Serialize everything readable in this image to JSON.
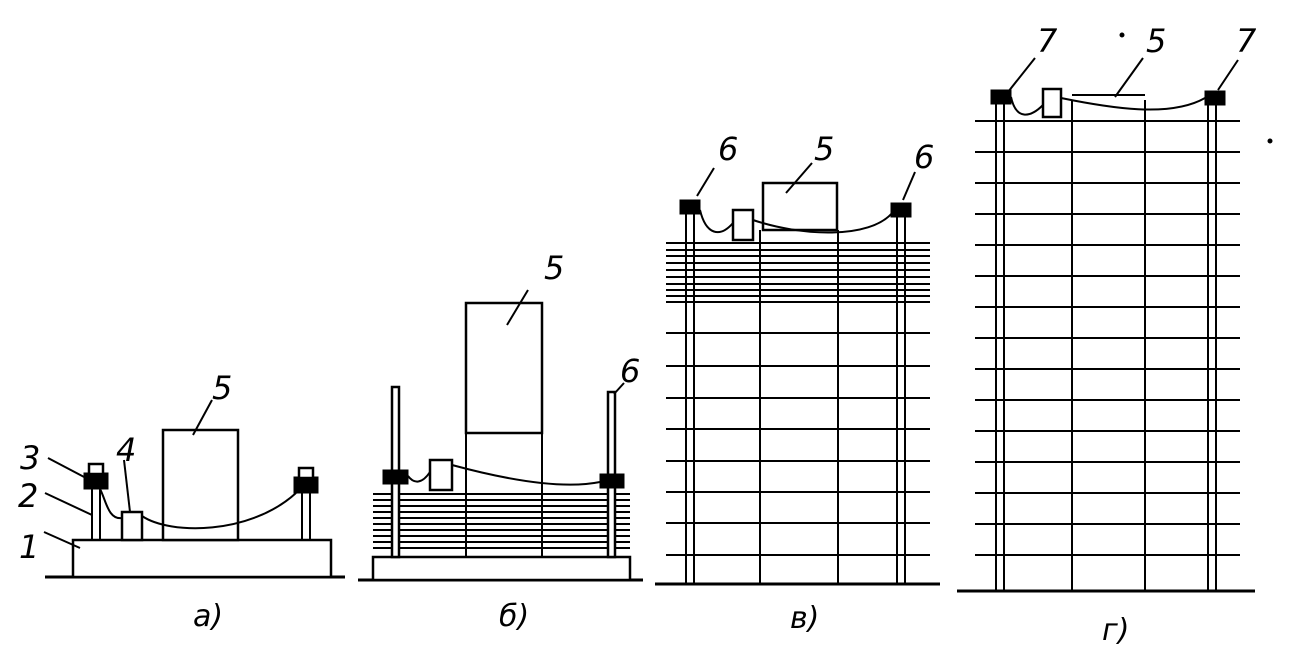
{
  "diagram": {
    "stages": [
      {
        "caption": "а)"
      },
      {
        "caption": "б)"
      },
      {
        "caption": "в)"
      },
      {
        "caption": "г)"
      }
    ],
    "labels": {
      "a_1": "1",
      "a_2": "2",
      "a_3": "3",
      "a_4": "4",
      "a_5": "5",
      "b_5": "5",
      "b_6": "6",
      "v_6_left": "6",
      "v_5": "5",
      "v_6_right": "6",
      "g_7_left": "7",
      "g_5": "5",
      "g_7_right": "7"
    }
  }
}
